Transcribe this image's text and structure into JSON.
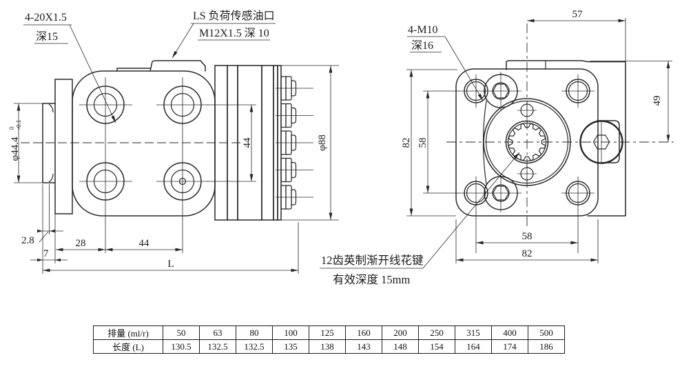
{
  "side_view": {
    "labels": {
      "port_spec": {
        "line1": "4-20X1.5",
        "line2": "深15"
      },
      "ls_port": {
        "line1": "LS 负荷传感油口",
        "line2": "M12X1.5 深 10"
      }
    },
    "dims": {
      "shaft_dia": "φ44.4",
      "shaft_dia_tol_upper": "0",
      "shaft_dia_tol_lower": "-0.1",
      "port_row_spacing": "44",
      "housing_dia": "φ88",
      "step": "2.8",
      "neck": "7",
      "port_offset": "28",
      "port_spacing": "44",
      "overall_length": "L"
    }
  },
  "front_view": {
    "labels": {
      "mount_holes": {
        "line1": "4-M10",
        "line2": "深16"
      },
      "spline": {
        "line1": "12齿英制渐开线花键",
        "line2": "有效深度  15mm"
      }
    },
    "dims": {
      "center_to_edge": "57",
      "edge_to_center": "49",
      "flange_height": "82",
      "bolt_spacing_v": "58",
      "bolt_spacing_h": "58",
      "flange_width": "82"
    }
  },
  "table": {
    "rows": [
      {
        "label": "排量 (ml/r)",
        "values": [
          "50",
          "63",
          "80",
          "100",
          "125",
          "160",
          "200",
          "250",
          "315",
          "400",
          "500"
        ]
      },
      {
        "label": "长度 (L)",
        "values": [
          "130.5",
          "132.5",
          "132.5",
          "135",
          "138",
          "143",
          "148",
          "154",
          "164",
          "174",
          "186"
        ]
      }
    ]
  },
  "colors": {
    "line": "#262626",
    "text": "#1a1a1a",
    "background": "#ffffff"
  }
}
